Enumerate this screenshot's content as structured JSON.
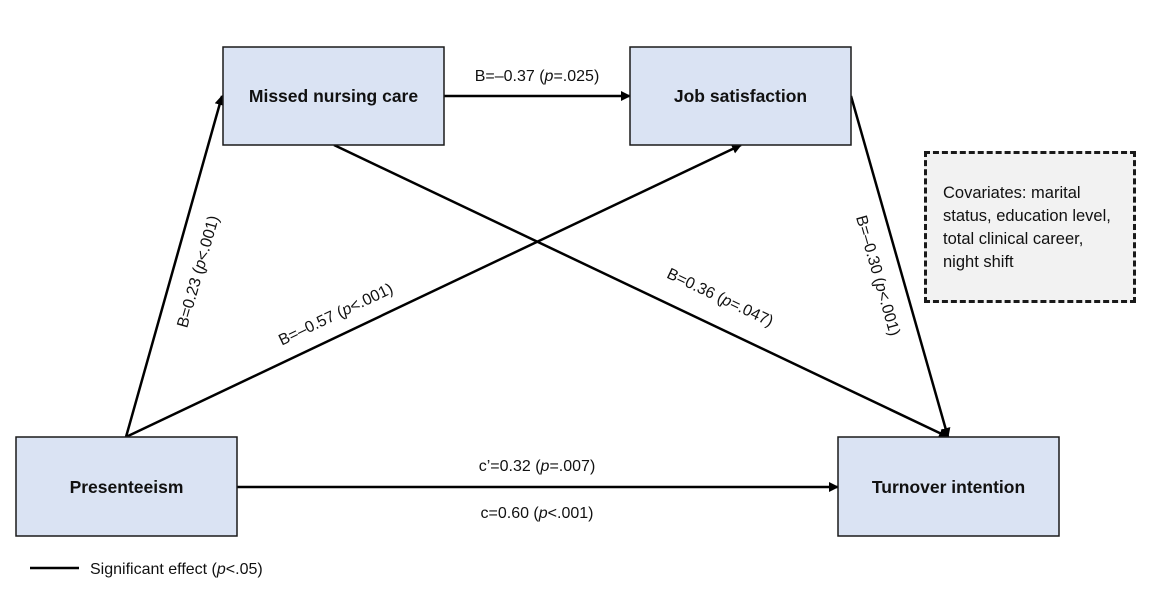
{
  "nodes": {
    "missed_care": "Missed nursing care",
    "job_satisfaction": "Job satisfaction",
    "presenteeism": "Presenteeism",
    "turnover": "Turnover intention"
  },
  "paths": {
    "presenteeism_to_missed": {
      "coef": "B=0.23 (",
      "p_italic": "p",
      "p_rest": "<.001)"
    },
    "presenteeism_to_satisfaction": {
      "coef": "B=–0.57 (",
      "p_italic": "p",
      "p_rest": "<.001)"
    },
    "missed_to_satisfaction": {
      "coef": "B=–0.37 (",
      "p_italic": "p",
      "p_rest": "=.025)"
    },
    "missed_to_turnover": {
      "coef": "B=0.36 (",
      "p_italic": "p",
      "p_rest": "=.047)"
    },
    "satisfaction_to_turnover": {
      "coef": "B=–0.30 (",
      "p_italic": "p",
      "p_rest": "<.001)"
    },
    "direct_effect": {
      "coef": "c’=0.32 (",
      "p_italic": "p",
      "p_rest": "=.007)"
    },
    "total_effect": {
      "coef": "c=0.60 (",
      "p_italic": "p",
      "p_rest": "<.001)"
    }
  },
  "covariates": "Covariates: marital status, education level, total clinical career, night shift",
  "legend": {
    "prefix": "Significant effect (",
    "p_italic": "p",
    "suffix": "<.05)"
  },
  "colors": {
    "node_fill": "#dae3f3",
    "covariate_fill": "#f2f2f2",
    "line": "#000000"
  }
}
